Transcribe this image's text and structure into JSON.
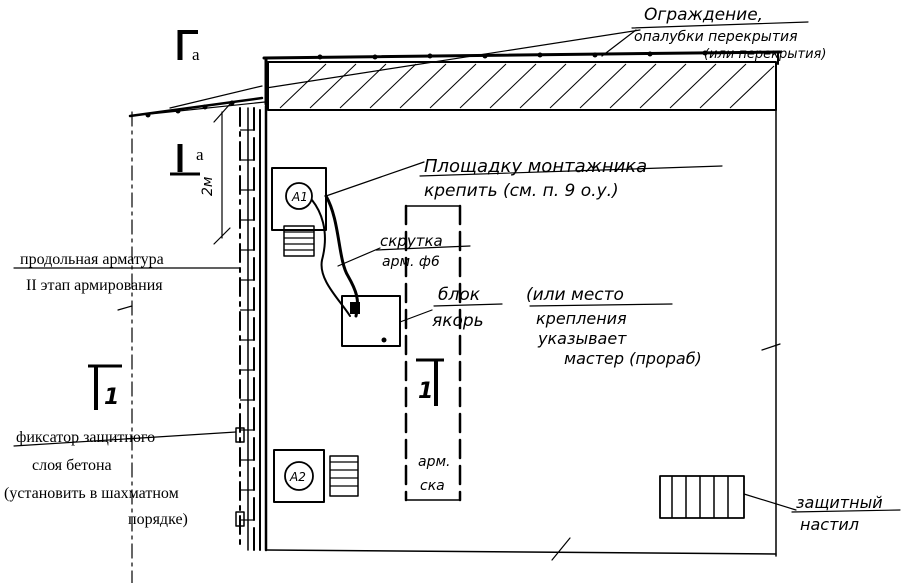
{
  "labels": {
    "fence_1": "Ограждение,",
    "fence_2": "опалубки перекрытия",
    "fence_3": "(или перекрытия)",
    "section_a_top": "а",
    "section_a_mid": "а",
    "height_2m": "2м",
    "platform_1": "Площадку монтажника",
    "platform_2": "крепить (см. п. 9 о.у.)",
    "twist_1": "скрутка",
    "twist_2": "арм. ф6",
    "block_1": "блок",
    "block_2": "якорь",
    "place_1": "(или место",
    "place_2": "крепления",
    "place_3": "указывает",
    "place_4": "мастер (прораб)",
    "long_rebar": "продольная арматура",
    "stage_2": "II этап армирования",
    "section_1_left": "1",
    "section_1_mid": "1",
    "fixator_1": "фиксатор защитного",
    "fixator_2": "слоя бетона",
    "fixator_3": "(установить в шахматном",
    "fixator_4": "порядке)",
    "rebar_frame_1": "арм.",
    "rebar_frame_2": "ска",
    "worker_1": "А1",
    "worker_2": "А2",
    "deck_1": "защитный",
    "deck_2": "настил"
  }
}
